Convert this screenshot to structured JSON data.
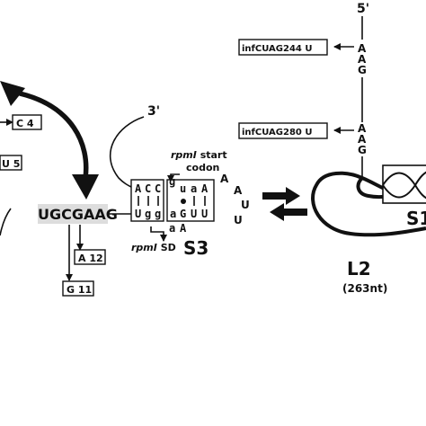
{
  "left_labels": {
    "c4": "C 4",
    "u5": "U 5",
    "a12": "A 12",
    "g11": "G 11",
    "sequence": "UGCGAAG"
  },
  "s3": {
    "prime3": "3'",
    "rpml_start_italic": "rpmI",
    "rpml_start_rest": " start",
    "codon": "codon",
    "rpml_sd_italic": "rpmI",
    "rpml_sd_rest": " SD",
    "label": "S3",
    "grid": {
      "r1": [
        "A",
        "C",
        "C",
        "g",
        "u",
        "a",
        "A"
      ],
      "r3": [
        "U",
        "g",
        "g",
        "a",
        "G",
        "U",
        "U"
      ],
      "bottom": [
        "a",
        "A"
      ],
      "loop": [
        "A",
        "A",
        "U",
        "U"
      ]
    }
  },
  "right": {
    "prime5": "5'",
    "inf244": "infCUAG244  U",
    "inf280": "infCUAG280  U",
    "stem_letters": [
      "A",
      "A",
      "G",
      "A",
      "A",
      "G"
    ],
    "l2": "L2",
    "l2_sub": "(263nt)",
    "s1": "S1"
  }
}
